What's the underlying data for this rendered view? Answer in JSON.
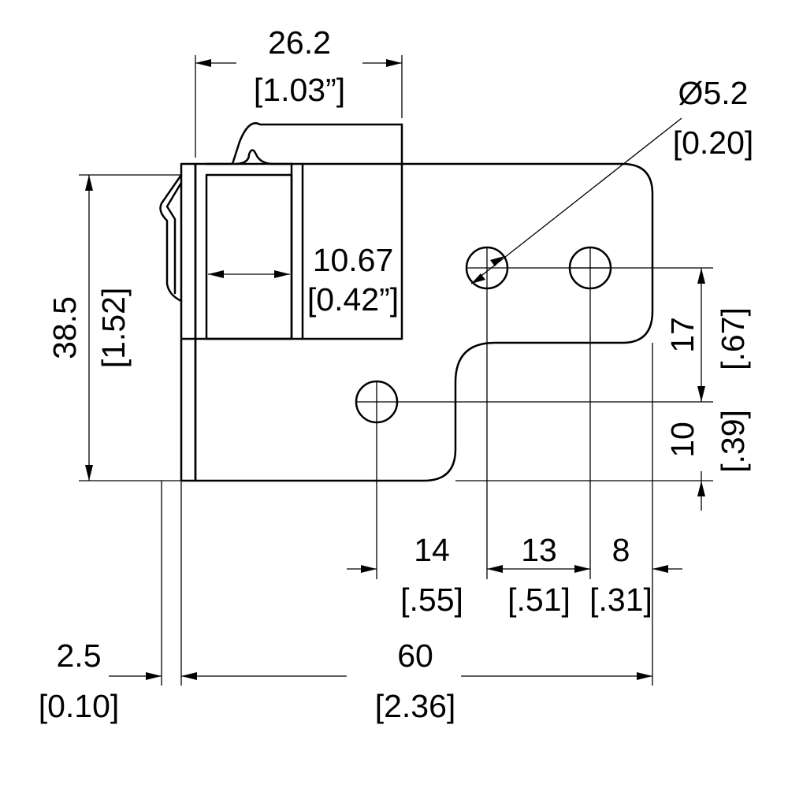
{
  "dimensions": {
    "top_width": {
      "mm": "26.2",
      "inch": "[1.03”]"
    },
    "hole_dia": {
      "mm": "Ø5.2",
      "inch": "[0.20]"
    },
    "slot_width": {
      "mm": "10.67",
      "inch": "[0.42”]"
    },
    "height": {
      "mm": "38.5",
      "inch": "[1.52]"
    },
    "hole_vspace": {
      "mm": "17",
      "inch": "[.67]"
    },
    "hole_bottom": {
      "mm": "10",
      "inch": "[.39]"
    },
    "hole_left": {
      "mm": "14",
      "inch": "[.55]"
    },
    "hole_space": {
      "mm": "13",
      "inch": "[.51]"
    },
    "hole_right": {
      "mm": "8",
      "inch": "[.31]"
    },
    "thickness": {
      "mm": "2.5",
      "inch": "[0.10]"
    },
    "overall": {
      "mm": "60",
      "inch": "[2.36]"
    }
  }
}
